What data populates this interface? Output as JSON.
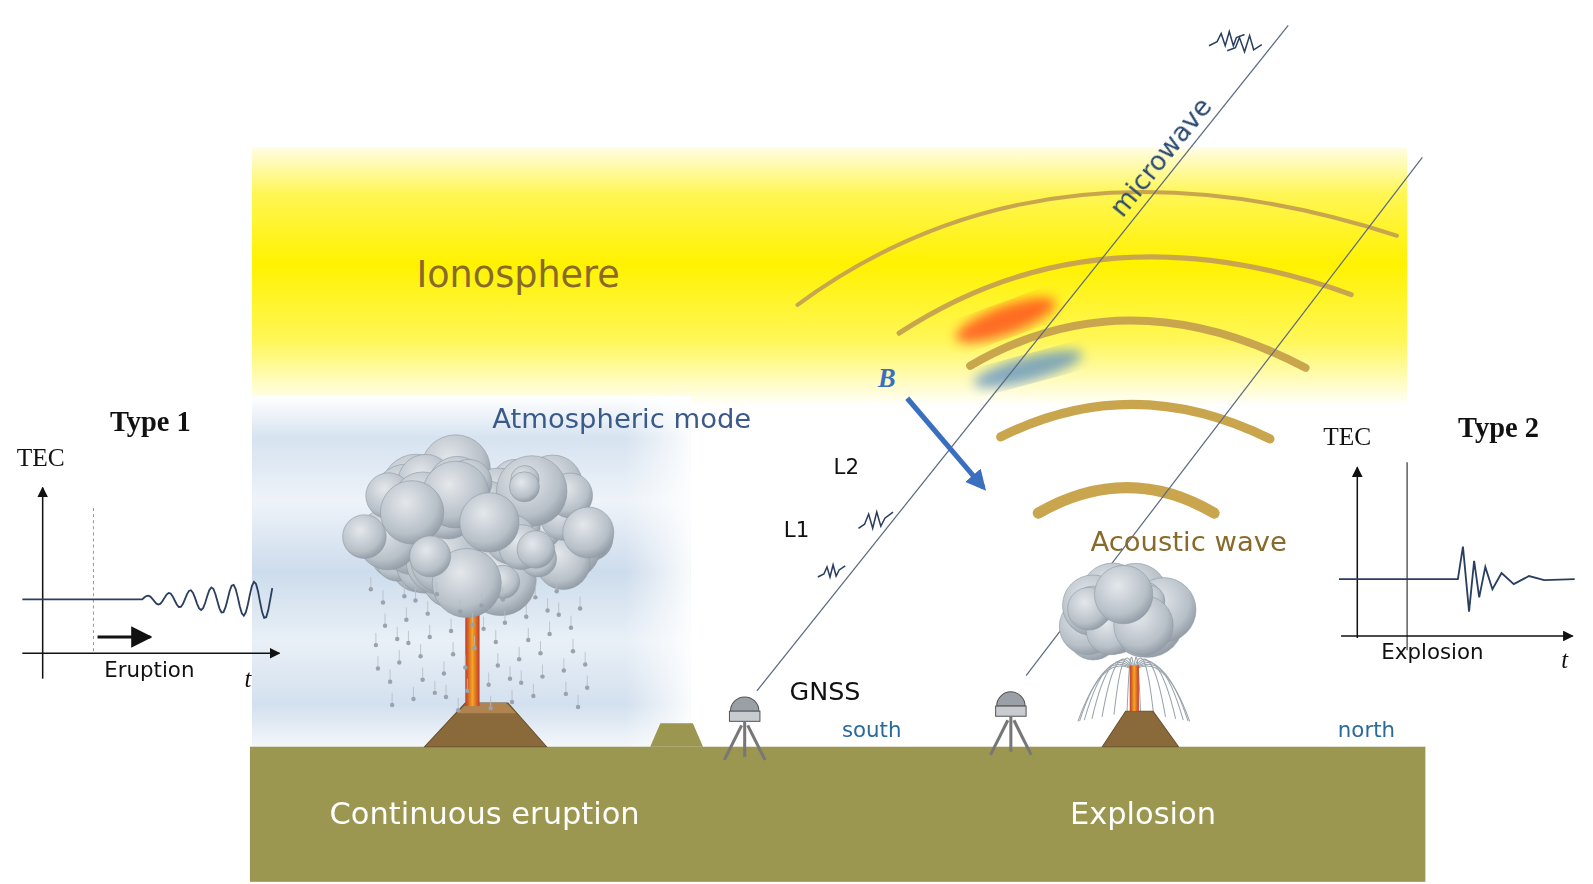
{
  "diagram": {
    "nodes": [
      {
        "text": [
          "Ionosphere"
        ]
      },
      {
        "text": [
          "Continuous eruption",
          "Explosion"
        ]
      }
    ],
    "labels": [
      "Type 1",
      "TEC",
      "Eruption",
      "t",
      "Atmospheric mode",
      "B",
      "L2",
      "L1",
      "microwave",
      "GNSS",
      "south",
      "Acoustic wave",
      "Type 2",
      "TEC",
      "Explosion",
      "t",
      "north"
    ]
  }
}
